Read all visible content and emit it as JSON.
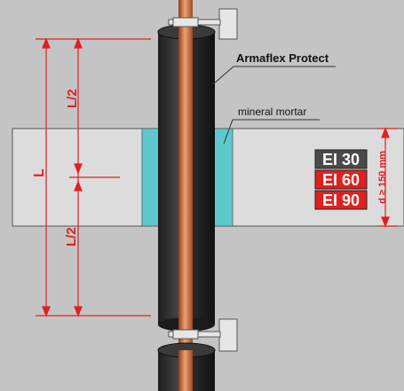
{
  "labels": {
    "insulation": "Armaflex Protect",
    "mortar": "mineral mortar",
    "length": "L",
    "half_top": "L/2",
    "half_bottom": "L/2",
    "thickness": "d ≥ 150 mm"
  },
  "ratings": [
    {
      "text": "EI 30",
      "bg": "#4a4a4a",
      "fg": "#ffffff"
    },
    {
      "text": "EI 60",
      "bg": "#e02020",
      "fg": "#ffffff"
    },
    {
      "text": "EI 90",
      "bg": "#e02020",
      "fg": "#ffffff"
    }
  ],
  "colors": {
    "background": "#c4c4c4",
    "wall": "#dcdcdc",
    "mortar": "#5ec8cc",
    "insulation": "#2a2a2a",
    "pipe": "#c96a3a",
    "dimension": "#e02020",
    "bracket": "#e6e6e6"
  }
}
